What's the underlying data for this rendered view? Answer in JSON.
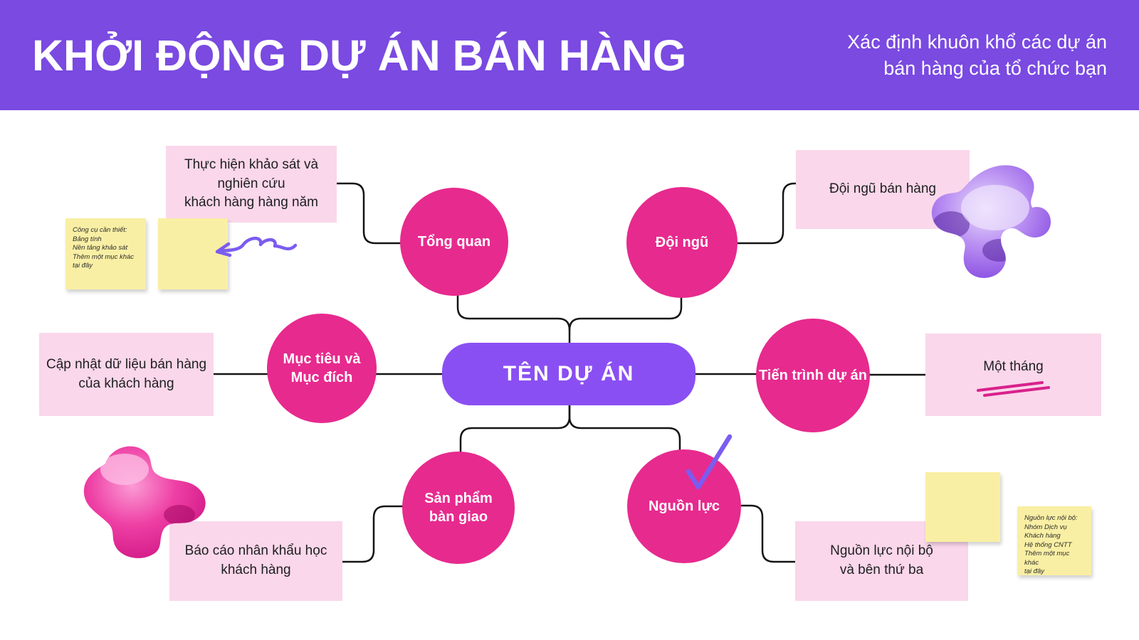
{
  "header": {
    "title": "KHỞI ĐỘNG DỰ ÁN BÁN HÀNG",
    "subtitle": "Xác định khuôn khổ các dự án\nbán hàng của tổ chức bạn"
  },
  "map": {
    "center": {
      "label": "TÊN DỰ ÁN"
    },
    "circles": [
      {
        "id": "tong-quan",
        "label": "Tổng quan"
      },
      {
        "id": "doi-ngu",
        "label": "Đội ngũ"
      },
      {
        "id": "muc-tieu",
        "label": "Mục tiêu và\nMục đích"
      },
      {
        "id": "tien-trinh",
        "label": "Tiến trình dự án"
      },
      {
        "id": "san-pham",
        "label": "Sản phẩm\nbàn giao"
      },
      {
        "id": "nguon-luc",
        "label": "Nguồn lực"
      }
    ],
    "boxes": [
      {
        "id": "khao-sat",
        "label": "Thực hiện khảo sát và nghiên cứu\nkhách hàng hàng năm"
      },
      {
        "id": "doi-ngu-ban-hang",
        "label": "Đội ngũ bán hàng"
      },
      {
        "id": "cap-nhat",
        "label": "Cập nhật dữ liệu bán hàng\ncủa khách hàng"
      },
      {
        "id": "mot-thang",
        "label": "Một tháng"
      },
      {
        "id": "bao-cao",
        "label": "Báo cáo nhân khẩu học\nkhách hàng"
      },
      {
        "id": "nguon-luc-noi-bo",
        "label": "Nguồn lực nội bộ\nvà bên thứ ba"
      }
    ]
  },
  "stickies": {
    "tools_note": "Công cụ cần thiết:\nBảng tính\nNền tảng khảo sát\nThêm một mục khác\ntại đây",
    "resources_note": "Nguồn lực nội bộ:\nNhóm Dịch vụ\nKhách hàng\nHệ thống CNTT\nThêm một mục khác\ntại đây"
  },
  "colors": {
    "header-bg": "#7A4AE1",
    "node-bg": "#8A4FF2",
    "circle-bg": "#E72A8E",
    "box-bg": "#FAD7EB",
    "sticky-bg": "#F9EFA4",
    "line-color": "#141414",
    "draw-accent": "#7B5CF0",
    "underline-pink": "#D9218C",
    "text-dark": "#202020"
  }
}
